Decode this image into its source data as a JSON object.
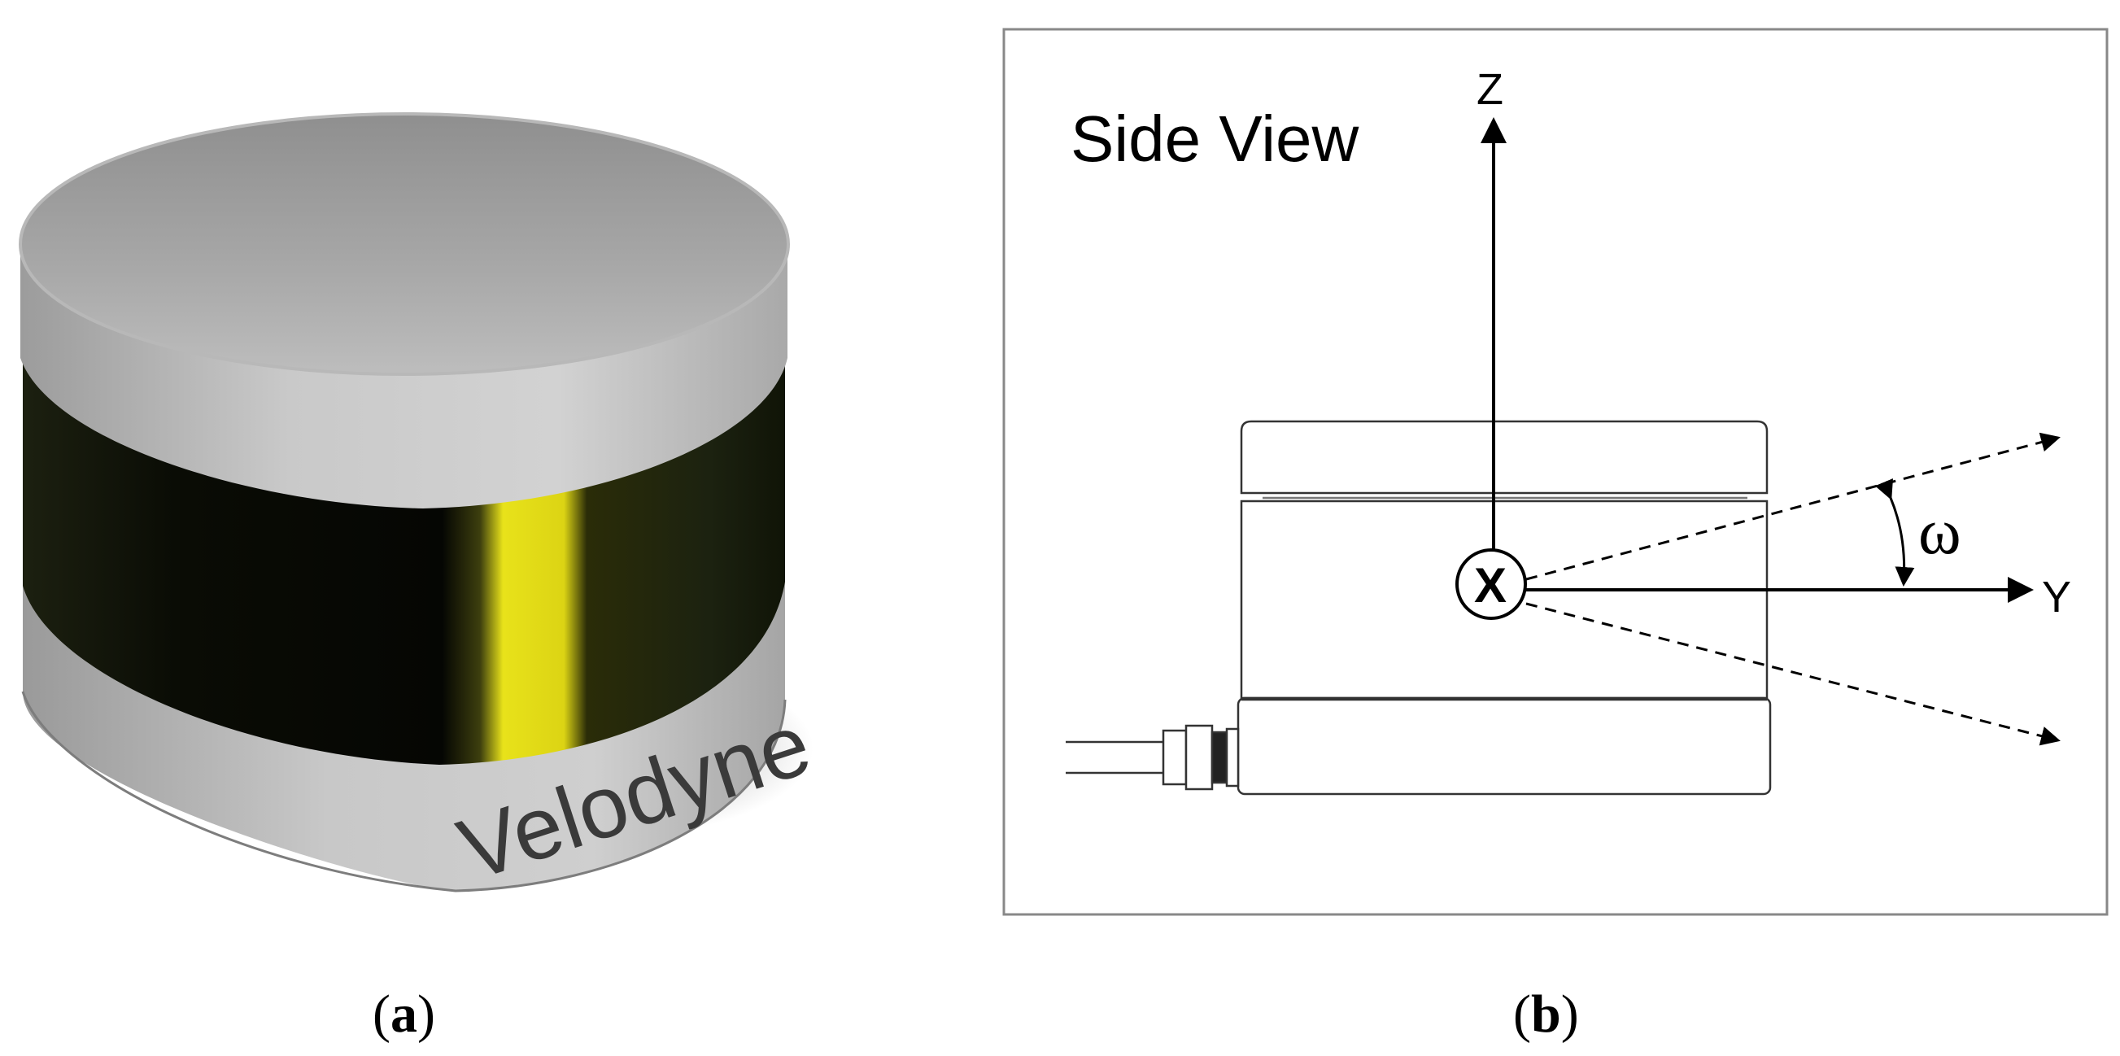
{
  "panel_a": {
    "brand": "Velodyne",
    "caption_letter": "a",
    "caption_open": "(",
    "caption_close": ")"
  },
  "panel_b": {
    "title": "Side View",
    "axis_z": "Z",
    "axis_y": "Y",
    "axis_x": "X",
    "angle": "ω",
    "caption_letter": "b",
    "caption_open": "(",
    "caption_close": ")"
  },
  "colors": {
    "lens_yellow": "#e8e21a",
    "body_gray": "#9a9a9a",
    "frame_gray": "#888888"
  }
}
